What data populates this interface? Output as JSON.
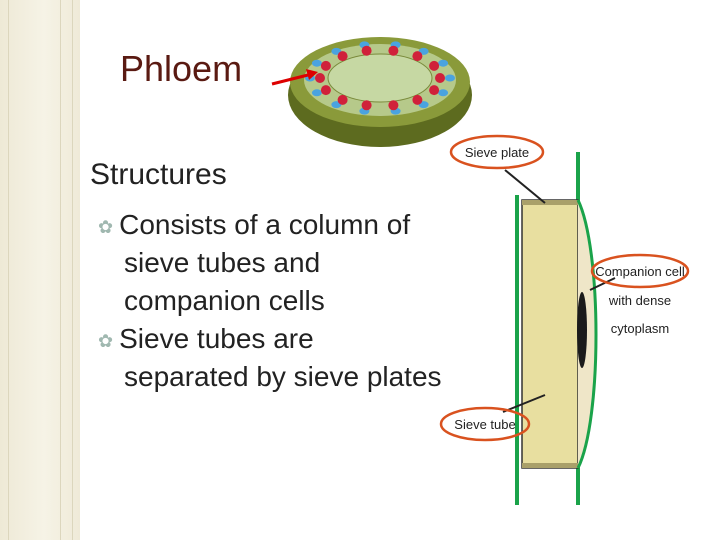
{
  "slide": {
    "title": "Phloem",
    "heading": "Structures",
    "bullets": [
      {
        "lines": [
          "Consists of a column of",
          "sieve tubes and",
          "companion cells"
        ]
      },
      {
        "lines": [
          "Sieve tubes are",
          "separated by sieve plates"
        ]
      }
    ]
  },
  "diagram": {
    "labels": {
      "sieve_plate": "Sieve plate",
      "companion_cell": [
        "Companion cell",
        "with dense",
        "cytoplasm"
      ],
      "sieve_tube": "Sieve tube"
    }
  },
  "colors": {
    "title": "#5a1a12",
    "highlight_ring": "#d9521f",
    "cell_wall": "#1aa34a",
    "sieve_tube_fill": "#e8dfa0"
  }
}
